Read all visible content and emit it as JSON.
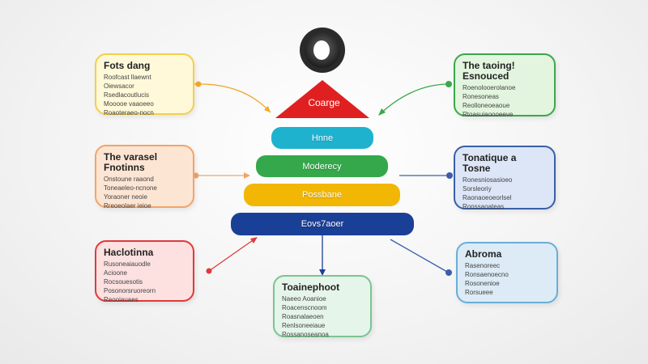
{
  "pyramid": {
    "top_label": "Coarge",
    "levels": [
      {
        "label": "Hnne",
        "color": "#1fb2cf"
      },
      {
        "label": "Moderecy",
        "color": "#34a84a"
      },
      {
        "label": "Possbane",
        "color": "#f2b705"
      },
      {
        "label": "Eovs7aoer",
        "color": "#1a3f96"
      }
    ],
    "top_color": "#e02020"
  },
  "cards": [
    {
      "id": "yellow",
      "title": "Fots dang",
      "lines": [
        "Roofcast llaewnt",
        "Oiewsacor",
        "Rsedlacoutlucis",
        "Mooooe vaaoeeo",
        "Roaoteraeo-nocn"
      ],
      "border": "#f4cf4a",
      "fill": "#fff9d9"
    },
    {
      "id": "orange",
      "title": "The varasel Fnotinns",
      "lines": [
        "Onstoune raaond",
        "Toneaeleo-ncnone",
        "Yoraoner neoie",
        "Rreoeolaer ieioe"
      ],
      "border": "#f2a46a",
      "fill": "#fde5d3"
    },
    {
      "id": "red",
      "title": "Haclotinna",
      "lines": [
        "Rusoneaiauodle",
        "Acioone",
        "Rocsouesotis",
        "Posonorsruoreorn",
        "Reooiauaes"
      ],
      "border": "#e03a3a",
      "fill": "#fde0e0"
    },
    {
      "id": "green",
      "title": "The taoing! Esnouced",
      "lines": [
        "Roenolooerolanoe",
        "Ronesoneas",
        "Reolloneoeaoue",
        "Rtoasuiaoooeeve"
      ],
      "border": "#3aa84a",
      "fill": "#e3f5df"
    },
    {
      "id": "blue",
      "title": "Tonatique a Tosne",
      "lines": [
        "Ronesniosasioeo",
        "Sorsleoriy",
        "Raonaoeoeorlsel",
        "Ronssaoateas"
      ],
      "border": "#3a5fa8",
      "fill": "#dde6f7"
    },
    {
      "id": "lightblue",
      "title": "Abroma",
      "lines": [
        "Rasenoreec",
        "Ronsaenoecno",
        "Rosonenioe",
        "Rorsueee"
      ],
      "border": "#6aaed8",
      "fill": "#dcebf6"
    },
    {
      "id": "mint",
      "title": "Toainephoot",
      "lines": [
        "Naeeo Aoanioe",
        "Roacenscnoom",
        "Roasnalaeoen",
        "Renlsoneeiaue",
        "Rossanoseanoa"
      ],
      "border": "#7bc492",
      "fill": "#e6f5ea"
    }
  ]
}
